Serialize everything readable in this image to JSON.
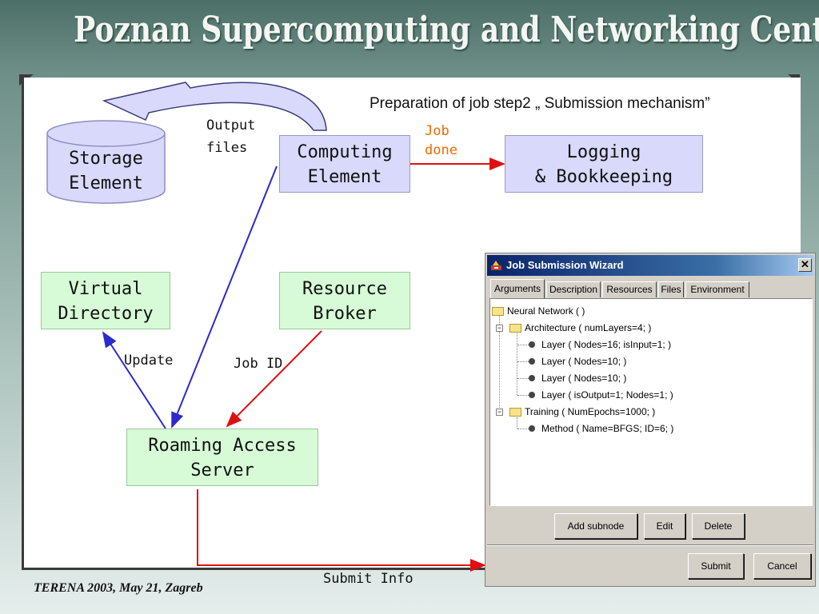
{
  "header": {
    "title": "Poznan Supercomputing and Networking Center"
  },
  "diagram": {
    "title": "Preparation of job step2 „ Submission mechanism”",
    "nodes": {
      "storage": [
        "Storage",
        "Element"
      ],
      "computing": [
        "Computing",
        "Element"
      ],
      "logging": [
        "Logging",
        "& Bookkeeping"
      ],
      "virtual_directory": [
        "Virtual",
        "Directory"
      ],
      "resource_broker": [
        "Resource",
        "Broker"
      ],
      "roaming": [
        "Roaming Access",
        "Server"
      ]
    },
    "labels": {
      "output_files": [
        "Output",
        "files"
      ],
      "job_done": [
        "Job",
        "done"
      ],
      "update": "Update",
      "job_id": "Job ID",
      "submit_info": "Submit Info"
    },
    "colors": {
      "red_arrow": "#e01010",
      "blue_arrow": "#2a2acf",
      "job_done": "#f06a00"
    }
  },
  "wizard": {
    "title": "Job Submission Wizard",
    "close": "✕",
    "tabs": [
      "Arguments",
      "Description",
      "Resources",
      "Files",
      "Environment"
    ],
    "active_tab": "Arguments",
    "tree": [
      "Neural Network ( )",
      "Architecture ( numLayers=4; )",
      "Layer ( Nodes=16; isInput=1; )",
      "Layer ( Nodes=10; )",
      "Layer ( Nodes=10; )",
      "Layer ( isOutput=1; Nodes=1; )",
      "Training ( NumEpochs=1000; )",
      "Method ( Name=BFGS; ID=6; )"
    ],
    "expander_symbol": "−",
    "buttons": {
      "add_subnode": "Add subnode",
      "edit": "Edit",
      "delete": "Delete",
      "submit": "Submit",
      "cancel": "Cancel"
    }
  },
  "footer": {
    "text": "TERENA 2003, May 21, Zagreb"
  }
}
